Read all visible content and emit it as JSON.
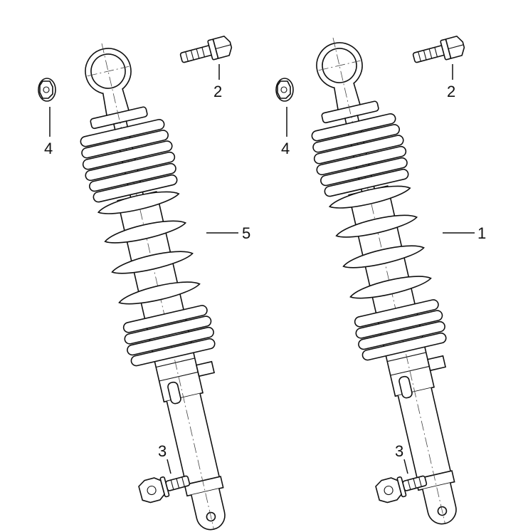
{
  "callouts": {
    "left_shock": "5",
    "right_shock": "1",
    "left_bolt_top": "2",
    "right_bolt_top": "2",
    "left_nut": "4",
    "right_nut": "4",
    "left_bolt_bottom": "3",
    "right_bolt_bottom": "3"
  },
  "colors": {
    "line": "#111111",
    "background": "#ffffff"
  }
}
